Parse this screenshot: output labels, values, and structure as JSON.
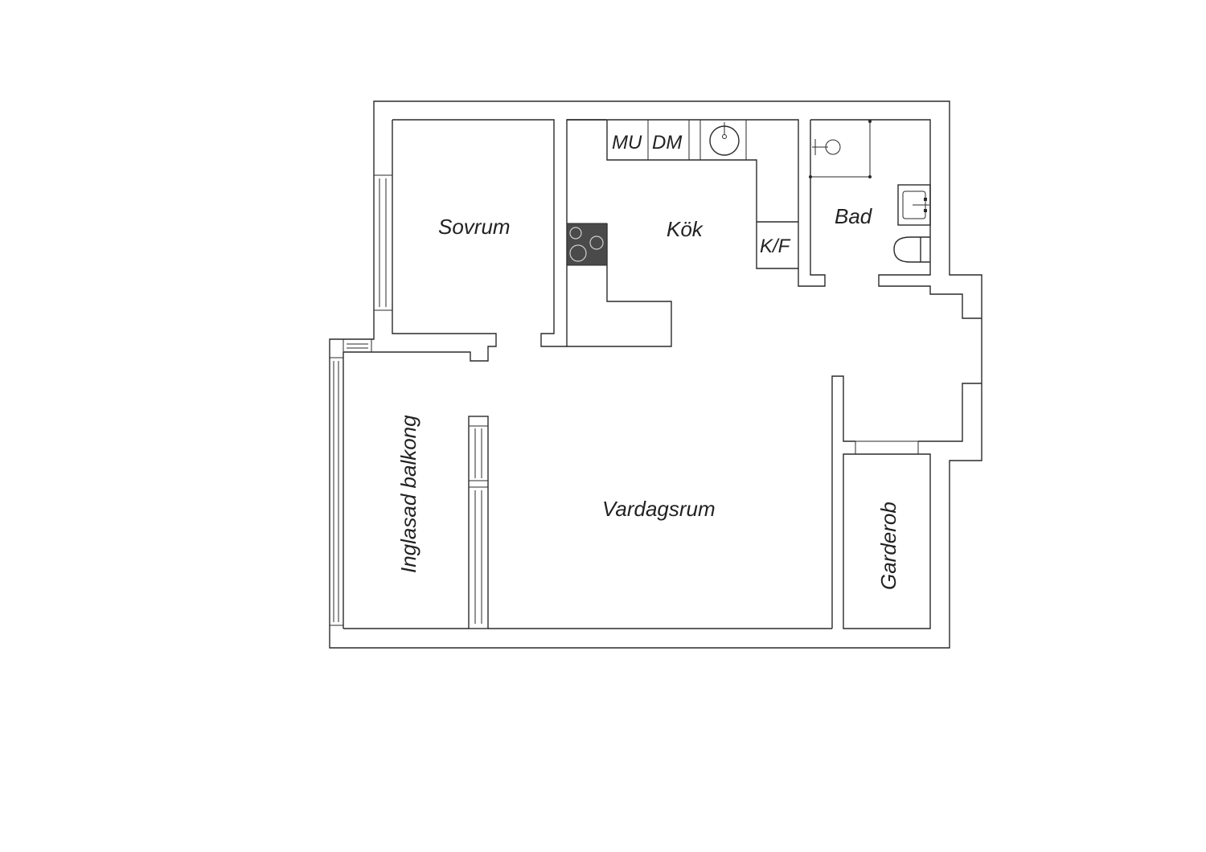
{
  "rooms": {
    "sovrum": "Sovrum",
    "kok": "Kök",
    "bad": "Bad",
    "balkong": "Inglasad balkong",
    "vardagsrum": "Vardagsrum",
    "garderob": "Garderob"
  },
  "appliances": {
    "mu": "MU",
    "dm": "DM",
    "kf": "K/F"
  },
  "colors": {
    "line": "#2a2a2a",
    "stove": "#4a4a4a",
    "text": "#222222"
  }
}
